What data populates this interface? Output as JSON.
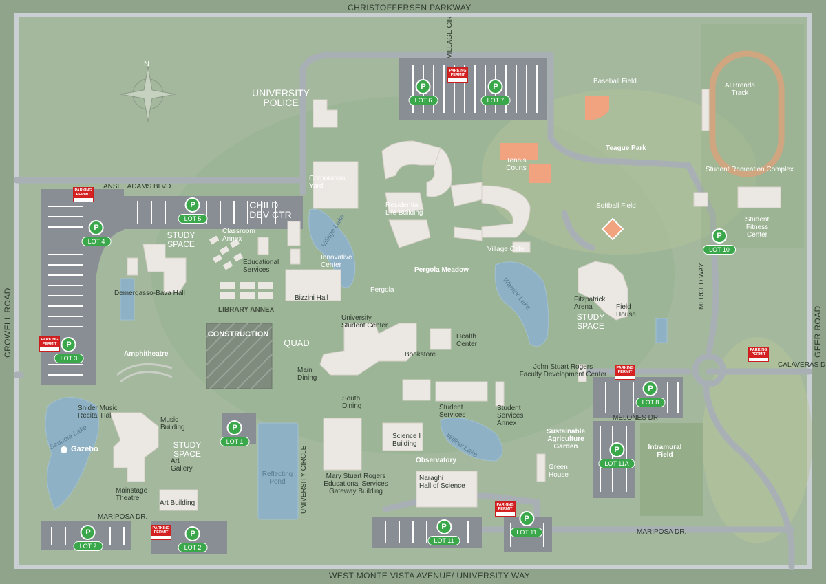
{
  "roads": {
    "north": "CHRISTOFFERSEN PARKWAY",
    "south": "WEST MONTE VISTA AVENUE/ UNIVERSITY WAY",
    "west": "CROWELL ROAD",
    "east": "GEER ROAD",
    "ansel_adams": "ANSEL ADAMS BLVD.",
    "village_cir": "VILLAGE CIR",
    "merced_way": "MERCED WAY",
    "calaveras": "CALAVERAS DR.",
    "melones": "MELONES DR.",
    "mariposa_west": "MARIPOSA DR.",
    "mariposa_east": "MARIPOSA DR.",
    "university_circle": "UNIVERSITY CIRCLE"
  },
  "compass": {
    "label": "N"
  },
  "parking": {
    "p_symbol": "P",
    "permit_text": "PARKING PERMIT",
    "lots": [
      "LOT 6",
      "LOT 7",
      "LOT 5",
      "LOT 4",
      "LOT 10",
      "LOT 3",
      "LOT 8",
      "LOT 1",
      "LOT 11A",
      "LOT 2",
      "LOT 2",
      "LOT 11",
      "LOT 11"
    ]
  },
  "labels": {
    "university_police": "UNIVERSITY\nPOLICE",
    "child_dev": "CHILD\nDEV CTR",
    "study_space_1": "STUDY\nSPACE",
    "study_space_2": "STUDY\nSPACE",
    "study_space_3": "STUDY\nSPACE",
    "construction": "CONSTRUCTION",
    "quad": "QUAD",
    "library_annex": "LIBRARY ANNEX",
    "corporation_yard": "Corporation\nYard",
    "residential_life": "Residential\nLife Building",
    "village_cafe": "Village Cafe",
    "tennis_courts": "Tennis\nCourts",
    "baseball_field": "Baseball Field",
    "teague_park": "Teague Park",
    "al_brenda_track": "Al Brenda\nTrack",
    "student_rec": "Student Recreation Complex",
    "softball_field": "Softball Field",
    "student_fitness": "Student\nFitness\nCenter",
    "classroom_annex": "Classroom\nAnnex",
    "educational_services": "Educational\nServices",
    "innovative_center": "Innovative\nCenter",
    "pergola_meadow": "Pergola Meadow",
    "pergola": "Pergola",
    "demergasso": "Demergasso-Bava Hall",
    "bizzini_hall": "Bizzini Hall",
    "university_student_center": "University\nStudent Center",
    "health_center": "Health\nCenter",
    "fitzpatrick_arena": "Fitzpatrick\nArena",
    "field_house": "Field\nHouse",
    "amphitheatre": "Amphitheatre",
    "bookstore": "Bookstore",
    "main_dining": "Main\nDining",
    "south_dining": "South\nDining",
    "john_stuart_rogers": "John Stuart Rogers\nFaculty Development Center",
    "snider_music": "Snider Music\nRecital Hall",
    "music_building": "Music\nBuilding",
    "student_services": "Student\nServices",
    "student_services_annex": "Student\nServices\nAnnex",
    "sustainable_ag": "Sustainable\nAgriculture\nGarden",
    "intramural_field": "Intramural\nField",
    "gazebo": "Gazebo",
    "art_gallery": "Art\nGallery",
    "science_building": "Science I\nBuilding",
    "observatory": "Observatory",
    "green_house": "Green\nHouse",
    "mainstage_theatre": "Mainstage\nTheatre",
    "mary_stuart_rogers": "Mary Stuart Rogers\nEducational Services\nGateway Building",
    "naraghi": "Naraghi\nHall of Science",
    "art_building": "Art Building",
    "reflecting_pond": "Reflecting\nPond",
    "village_lake": "Village Lake",
    "warrior_lake": "Warrior Lake",
    "sequoia_lake": "Sequoia Lake",
    "willow_lake": "Willow Lake"
  },
  "colors": {
    "grass": "#9cb396",
    "road": "#a7aeb3",
    "building": "#ebe7e2",
    "water": "#8fb0c4",
    "parking_green": "#3aa84a",
    "permit_red": "#d42020",
    "track": "#f0a37e"
  }
}
